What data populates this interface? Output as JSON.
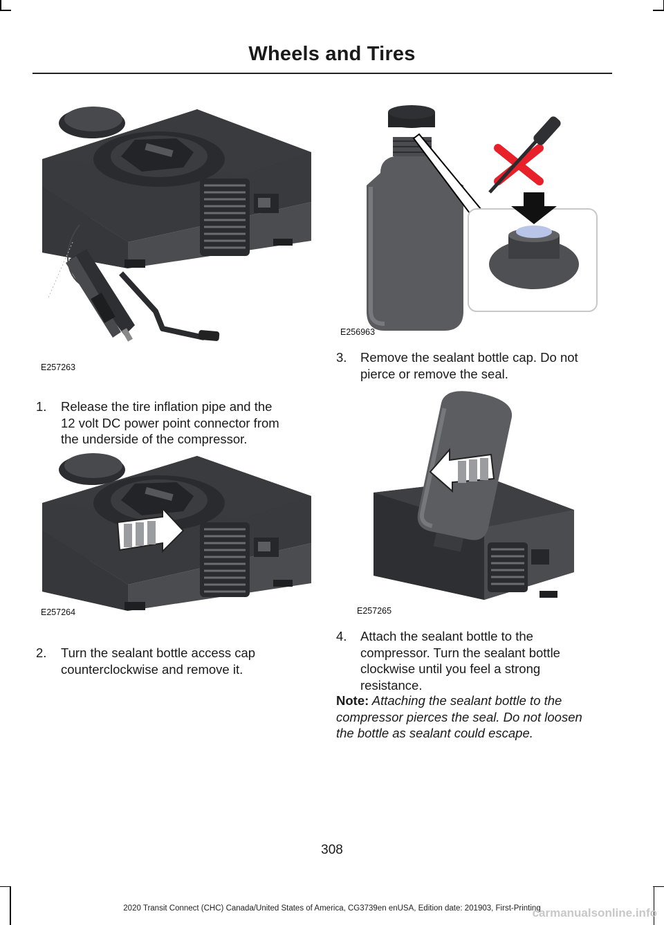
{
  "header": {
    "title": "Wheels and Tires"
  },
  "figures": [
    {
      "code": "E257263"
    },
    {
      "code": "E256963"
    },
    {
      "code": "E257264"
    },
    {
      "code": "E257265"
    }
  ],
  "steps": [
    {
      "number": "1.",
      "lines": [
        "Release the tire inflation pipe and the",
        "12 volt DC power point connector from",
        "the underside of the compressor."
      ]
    },
    {
      "number": "2.",
      "lines": [
        "Turn the sealant bottle access cap",
        "counterclockwise and remove it."
      ]
    },
    {
      "number": "3.",
      "lines": [
        "Remove the sealant bottle cap. Do not",
        "pierce or remove the seal."
      ]
    },
    {
      "number": "4.",
      "lines": [
        "Attach the sealant bottle to the",
        "compressor. Turn the sealant bottle",
        "clockwise until you feel a strong",
        "resistance."
      ]
    }
  ],
  "note": {
    "label": "Note:",
    "lines": [
      " Attaching the sealant bottle to the",
      "compressor pierces the seal. Do not loosen",
      "the bottle as sealant could escape."
    ]
  },
  "footer": {
    "page_number": "308",
    "edition": "2020 Transit Connect (CHC) Canada/United States of America, CG3739en enUSA, Edition date: 201903, First-Printing",
    "watermark": "carmanualsonline.info"
  },
  "colors": {
    "cross_mark": "#e8202a",
    "seal": "#b8c4e8"
  }
}
